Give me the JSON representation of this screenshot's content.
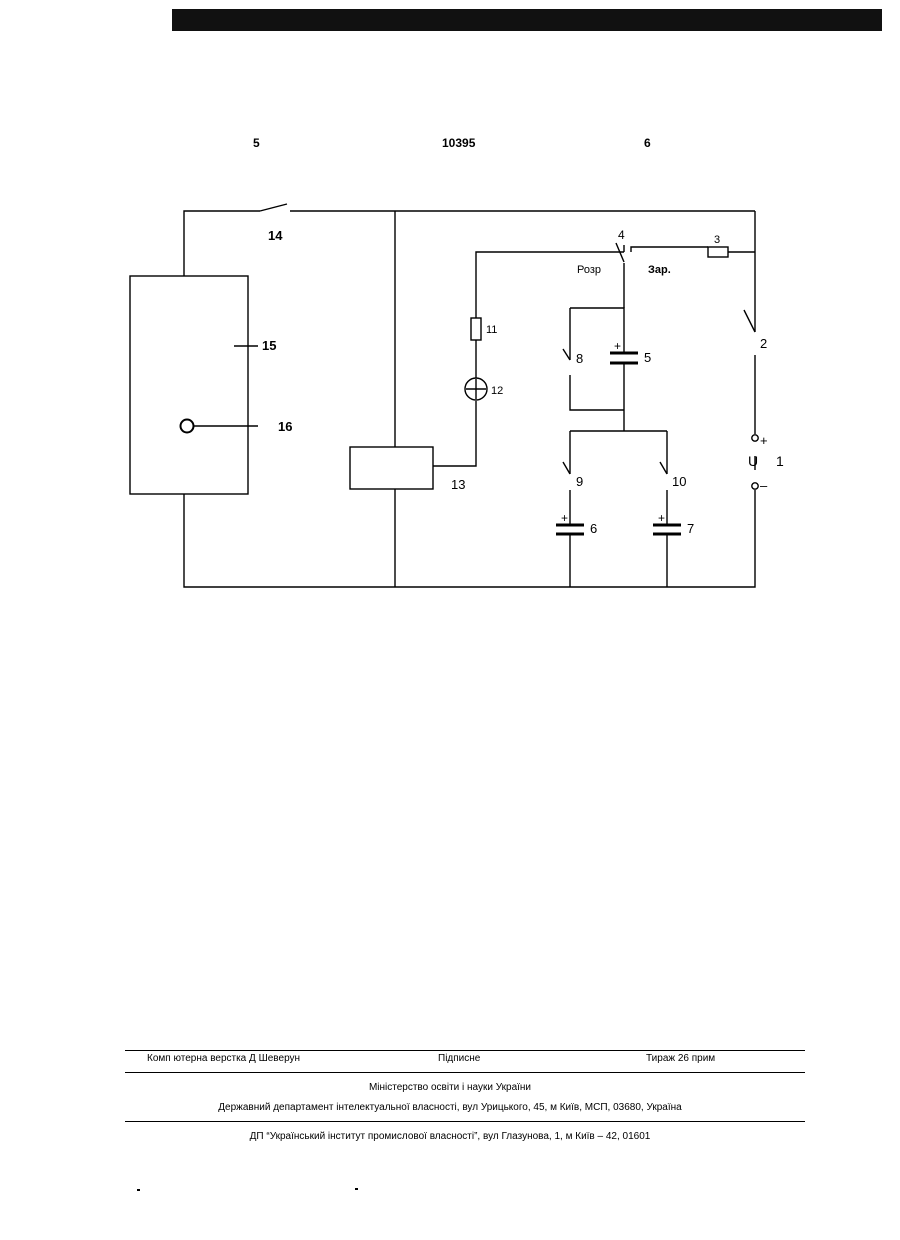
{
  "header": {
    "left_page": "5",
    "patent_number": "10395",
    "right_page": "6"
  },
  "schematic": {
    "labels": {
      "n1": "1",
      "n2": "2",
      "n3": "3",
      "n4": "4",
      "n5": "5",
      "n6": "6",
      "n7": "7",
      "n8": "8",
      "n9": "9",
      "n10": "10",
      "n11": "11",
      "n12": "12",
      "n13": "13",
      "n14": "14",
      "n15": "15",
      "n16": "16",
      "discharge": "Розр",
      "charge": "Зар.",
      "voltage": "U",
      "plus": "+",
      "minus": "–"
    }
  },
  "footer": {
    "layout_credit": "Комп ютерна верстка Д  Шеверун",
    "signed": "Підписне",
    "print_run": "Тираж 26 прим",
    "ministry": "Міністерство освіти і науки України",
    "department": "Державний департамент інтелектуальної власності, вул  Урицького, 45, м  Київ, МСП, 03680, Україна",
    "institute": "ДП “Український інститут промислової власності”, вул  Глазунова, 1, м  Київ – 42, 01601"
  }
}
